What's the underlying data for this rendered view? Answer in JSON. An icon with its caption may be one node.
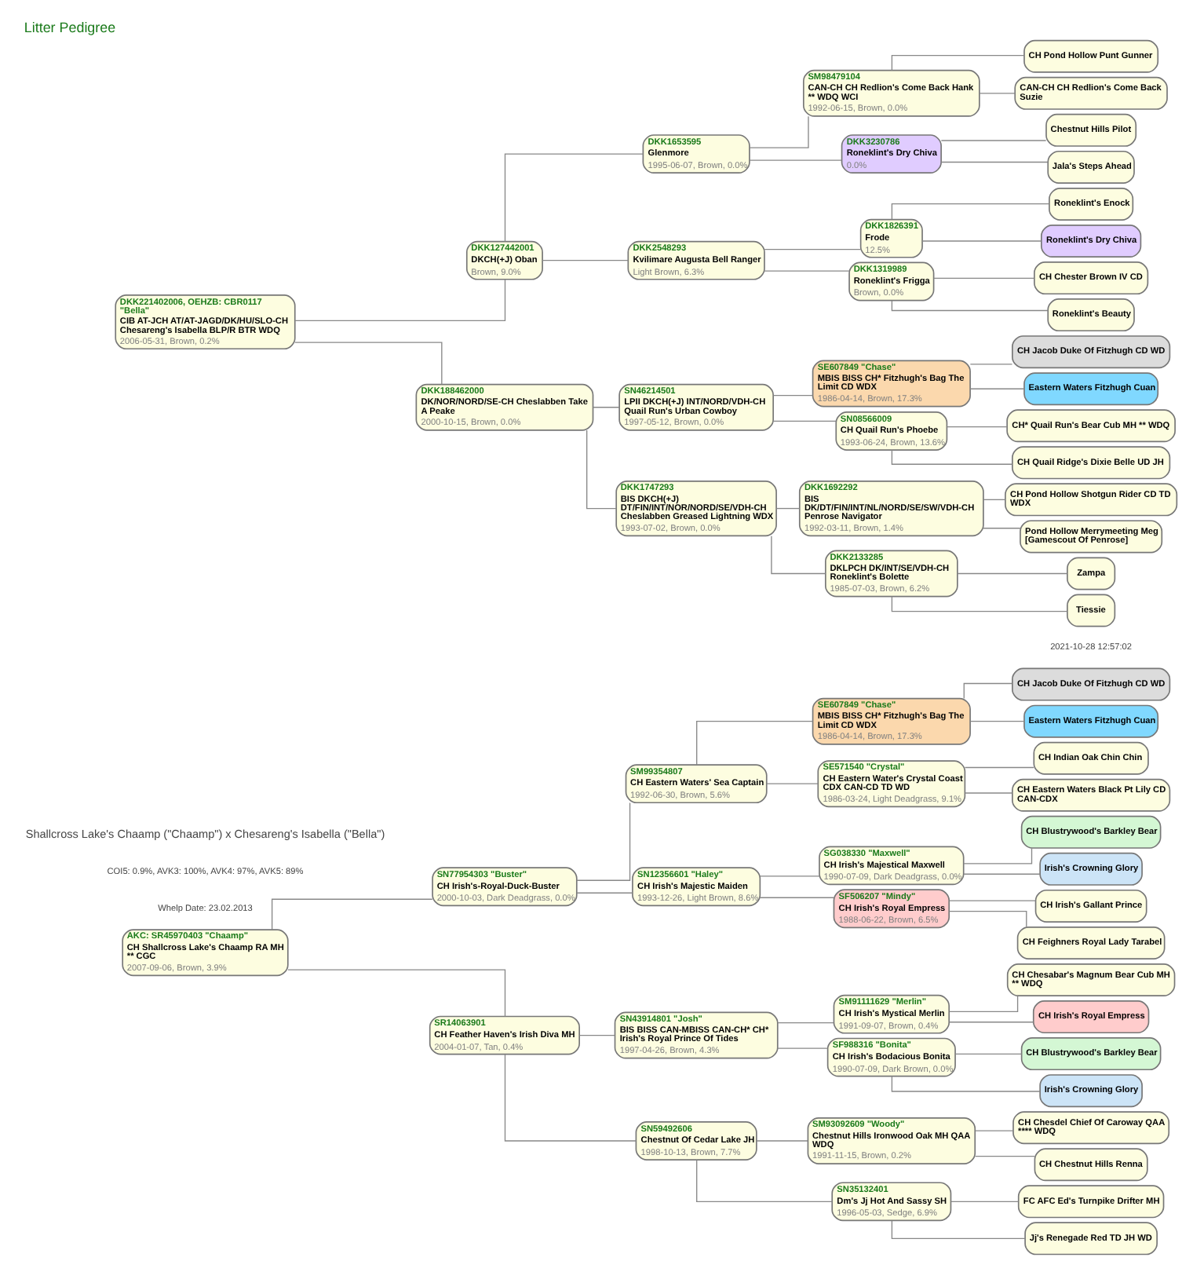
{
  "diagram": {
    "title": "Litter Pedigree",
    "nodes": [
      {
        "text": [
          "AKC: SR45970403 \"Chaamp\"",
          "CH Shallcross Lake's Chaamp RA MH ** CGC",
          "2007-09-06, Brown, 3.9%"
        ]
      },
      {
        "text": [
          "SN77954303 \"Buster\"",
          "CH Irish's-Royal-Duck-Buster",
          "2000-10-03, Dark Deadgrass, 0.0%"
        ]
      },
      {
        "text": [
          "SM99354807",
          "CH Eastern Waters' Sea Captain",
          "1992-06-30, Brown, 5.6%"
        ]
      },
      {
        "text": [
          "SE607849 \"Chase\"",
          "MBIS BISS CH* Fitzhugh's Bag The Limit CD WDX",
          "1986-04-14, Brown, 17.3%"
        ]
      },
      {
        "text": [
          "CH Jacob Duke Of Fitzhugh CD WD"
        ]
      },
      {
        "text": [
          "Eastern Waters Fitzhugh Cuan"
        ]
      },
      {
        "text": [
          "SE571540 \"Crystal\"",
          "CH Eastern Water's Crystal Coast CDX CAN-CD TD WD",
          "1986-03-24, Light Deadgrass, 9.1%"
        ]
      },
      {
        "text": [
          "CH Indian Oak Chin Chin"
        ]
      },
      {
        "text": [
          "CH Eastern Waters Black Pt Lily CD CAN-CDX"
        ]
      },
      {
        "text": [
          "SN12356601 \"Haley\"",
          "CH Irish's Majestic Maiden",
          "1993-12-26, Light Brown, 8.6%"
        ]
      },
      {
        "text": [
          "SG038330 \"Maxwell\"",
          "CH Irish's Majestical Maxwell",
          "1990-07-09, Dark Deadgrass, 0.0%"
        ]
      },
      {
        "text": [
          "CH Blustrywood's Barkley Bear"
        ]
      },
      {
        "text": [
          "Irish's Crowning Glory"
        ]
      },
      {
        "text": [
          "SF506207 \"Mindy\"",
          "CH Irish's Royal Empress",
          "1988-06-22, Brown, 6.5%"
        ]
      },
      {
        "text": [
          "CH Irish's Gallant Prince"
        ]
      },
      {
        "text": [
          "CH Feighners Royal Lady Tarabel"
        ]
      },
      {
        "text": [
          "SR14063901",
          "CH Feather Haven's Irish Diva MH",
          "2004-01-07, Tan, 0.4%"
        ]
      },
      {
        "text": [
          "SN43914801 \"Josh\"",
          "BIS BISS CAN-MBISS CAN-CH* CH* Irish's Royal Prince Of Tides",
          "1997-04-26, Brown, 4.3%"
        ]
      },
      {
        "text": [
          "SM91111629 \"Merlin\"",
          "CH Irish's Mystical Merlin",
          "1991-09-07, Brown, 0.4%"
        ]
      },
      {
        "text": [
          "CH Chesabar's Magnum Bear Cub MH ** WDQ"
        ]
      },
      {
        "text": [
          "CH Irish's Royal Empress"
        ]
      },
      {
        "text": [
          "SF988316 \"Bonita\"",
          "CH Irish's Bodacious Bonita",
          "1990-07-09, Dark Brown, 0.0%"
        ]
      },
      {
        "text": [
          "CH Blustrywood's Barkley Bear"
        ]
      },
      {
        "text": [
          "Irish's Crowning Glory"
        ]
      },
      {
        "text": [
          "SN59492606",
          "Chestnut Of Cedar Lake JH",
          "1998-10-13, Brown, 7.7%"
        ]
      },
      {
        "text": [
          "SM93092609 \"Woody\"",
          "Chestnut Hills Ironwood Oak MH QAA WDQ",
          "1991-11-15, Brown, 0.2%"
        ]
      },
      {
        "text": [
          "CH Chesdel Chief Of Caroway QAA **** WDQ"
        ]
      },
      {
        "text": [
          "CH Chestnut Hills Renna"
        ]
      },
      {
        "text": [
          "SN35132401",
          "Dm's Jj Hot And Sassy SH",
          "1996-05-03, Sedge, 6.9%"
        ]
      },
      {
        "text": [
          "FC AFC Ed's Turnpike Drifter MH"
        ]
      },
      {
        "text": [
          "Jj's Renegade Red TD JH WD"
        ]
      },
      {
        "text": [
          "DKK221402006, OEHZB: CBR0117 \"Bella\"",
          "CIB AT-JCH AT/AT-JAGD/DK/HU/SLO-CH Chesareng's Isabella BLP/R BTR WDQ",
          "2006-05-31, Brown, 0.2%"
        ]
      },
      {
        "text": [
          "DKK127442001",
          "DKCH(+J) Oban",
          "Brown, 9.0%"
        ]
      },
      {
        "text": [
          "DKK1653595",
          "Glenmore",
          "1995-06-07, Brown, 0.0%"
        ]
      },
      {
        "text": [
          "SM98479104",
          "CAN-CH CH Redlion's Come Back Hank ** WDQ WCI",
          "1992-06-15, Brown, 0.0%"
        ]
      },
      {
        "text": [
          "CH Pond Hollow Punt Gunner"
        ]
      },
      {
        "text": [
          "CAN-CH CH Redlion's Come Back Suzie"
        ]
      },
      {
        "text": [
          "DKK3230786",
          "Roneklint's Dry Chiva",
          "0.0%"
        ]
      },
      {
        "text": [
          "Chestnut Hills Pilot"
        ]
      },
      {
        "text": [
          "Jala's Steps Ahead"
        ]
      },
      {
        "text": [
          "DKK2548293",
          "Kvilimare Augusta Bell Ranger",
          "Light Brown, 6.3%"
        ]
      },
      {
        "text": [
          "DKK1826391",
          "Frode",
          "12.5%"
        ]
      },
      {
        "text": [
          "Roneklint's Enock"
        ]
      },
      {
        "text": [
          "Roneklint's Dry Chiva"
        ]
      },
      {
        "text": [
          "DKK1319989",
          "Roneklint's Frigga",
          "Brown, 0.0%"
        ]
      },
      {
        "text": [
          "CH Chester Brown IV CD"
        ]
      },
      {
        "text": [
          "Roneklint's Beauty"
        ]
      },
      {
        "text": [
          "DKK188462000",
          "DK/NOR/NORD/SE-CH Cheslabben Take A Peake",
          "2000-10-15, Brown, 0.0%"
        ]
      },
      {
        "text": [
          "SN46214501",
          "LPII DKCH(+J) INT/NORD/VDH-CH Quail Run's Urban Cowboy",
          "1997-05-12, Brown, 0.0%"
        ]
      },
      {
        "text": [
          "SE607849 \"Chase\"",
          "MBIS BISS CH* Fitzhugh's Bag The Limit CD WDX",
          "1986-04-14, Brown, 17.3%"
        ]
      },
      {
        "text": [
          "CH Jacob Duke Of Fitzhugh CD WD"
        ]
      },
      {
        "text": [
          "Eastern Waters Fitzhugh Cuan"
        ]
      },
      {
        "text": [
          "SN08566009",
          "CH Quail Run's Phoebe",
          "1993-06-24, Brown, 13.6%"
        ]
      },
      {
        "text": [
          "CH* Quail Run's Bear Cub MH ** WDQ"
        ]
      },
      {
        "text": [
          "CH Quail Ridge's Dixie Belle UD JH"
        ]
      },
      {
        "text": [
          "DKK1747293",
          "BIS DKCH(+J) DT/FIN/INT/NOR/NORD/SE/VDH-CH Cheslabben Greased Lightning WDX",
          "1993-07-02, Brown, 0.0%"
        ]
      },
      {
        "text": [
          "DKK1692292",
          "BIS DK/DT/FIN/INT/NL/NORD/SE/SW/VDH-CH Penrose Navigator",
          "1992-03-11, Brown, 1.4%"
        ]
      },
      {
        "text": [
          "CH Pond Hollow Shotgun Rider CD TD WDX"
        ]
      },
      {
        "text": [
          "Pond Hollow Merrymeeting Meg [Gamescout Of Penrose]"
        ]
      },
      {
        "text": [
          "DKK2133285",
          "DKLPCH DK/INT/SE/VDH-CH Roneklint's Bolette",
          "1985-07-03, Brown, 6.2%"
        ]
      },
      {
        "text": [
          "Zampa"
        ]
      },
      {
        "text": [
          "Tiessie"
        ]
      }
    ],
    "edges": [
      {
        "from": 0,
        "to": 1,
        "arrow": "none"
      },
      {
        "from": 1,
        "to": 2,
        "arrow": "none"
      },
      {
        "from": 2,
        "to": 3,
        "arrow": "none"
      },
      {
        "from": 3,
        "to": 4,
        "arrow": "none"
      },
      {
        "from": 3,
        "to": 5,
        "arrow": "none"
      },
      {
        "from": 2,
        "to": 6,
        "arrow": "none"
      },
      {
        "from": 6,
        "to": 7,
        "arrow": "none"
      },
      {
        "from": 6,
        "to": 8,
        "arrow": "none"
      },
      {
        "from": 1,
        "to": 9,
        "arrow": "none"
      },
      {
        "from": 9,
        "to": 10,
        "arrow": "none"
      },
      {
        "from": 10,
        "to": 11,
        "arrow": "none"
      },
      {
        "from": 10,
        "to": 12,
        "arrow": "none"
      },
      {
        "from": 9,
        "to": 13,
        "arrow": "none"
      },
      {
        "from": 13,
        "to": 14,
        "arrow": "none"
      },
      {
        "from": 13,
        "to": 15,
        "arrow": "none"
      },
      {
        "from": 0,
        "to": 16,
        "arrow": "none"
      },
      {
        "from": 16,
        "to": 17,
        "arrow": "none"
      },
      {
        "from": 17,
        "to": 18,
        "arrow": "none"
      },
      {
        "from": 18,
        "to": 19,
        "arrow": "none"
      },
      {
        "from": 18,
        "to": 20,
        "arrow": "none"
      },
      {
        "from": 17,
        "to": 21,
        "arrow": "none"
      },
      {
        "from": 21,
        "to": 22,
        "arrow": "none"
      },
      {
        "from": 21,
        "to": 23,
        "arrow": "none"
      },
      {
        "from": 16,
        "to": 24,
        "arrow": "none"
      },
      {
        "from": 24,
        "to": 25,
        "arrow": "none"
      },
      {
        "from": 25,
        "to": 26,
        "arrow": "none"
      },
      {
        "from": 25,
        "to": 27,
        "arrow": "none"
      },
      {
        "from": 24,
        "to": 28,
        "arrow": "none"
      },
      {
        "from": 28,
        "to": 29,
        "arrow": "none"
      },
      {
        "from": 28,
        "to": 30,
        "arrow": "none"
      },
      {
        "from": 31,
        "to": 32,
        "arrow": "none"
      },
      {
        "from": 32,
        "to": 33,
        "arrow": "none"
      },
      {
        "from": 33,
        "to": 34,
        "arrow": "none"
      },
      {
        "from": 34,
        "to": 35,
        "arrow": "none"
      },
      {
        "from": 34,
        "to": 36,
        "arrow": "none"
      },
      {
        "from": 33,
        "to": 37,
        "arrow": "none"
      },
      {
        "from": 37,
        "to": 38,
        "arrow": "none"
      },
      {
        "from": 37,
        "to": 39,
        "arrow": "none"
      },
      {
        "from": 32,
        "to": 40,
        "arrow": "none"
      },
      {
        "from": 40,
        "to": 41,
        "arrow": "none"
      },
      {
        "from": 41,
        "to": 42,
        "arrow": "none"
      },
      {
        "from": 41,
        "to": 43,
        "arrow": "none"
      },
      {
        "from": 40,
        "to": 44,
        "arrow": "none"
      },
      {
        "from": 44,
        "to": 45,
        "arrow": "none"
      },
      {
        "from": 44,
        "to": 46,
        "arrow": "none"
      },
      {
        "from": 31,
        "to": 47,
        "arrow": "none"
      },
      {
        "from": 47,
        "to": 48,
        "arrow": "none"
      },
      {
        "from": 48,
        "to": 49,
        "arrow": "none"
      },
      {
        "from": 49,
        "to": 50,
        "arrow": "none"
      },
      {
        "from": 49,
        "to": 51,
        "arrow": "none"
      },
      {
        "from": 48,
        "to": 52,
        "arrow": "none"
      },
      {
        "from": 52,
        "to": 53,
        "arrow": "none"
      },
      {
        "from": 52,
        "to": 54,
        "arrow": "none"
      },
      {
        "from": 47,
        "to": 55,
        "arrow": "none"
      },
      {
        "from": 55,
        "to": 56,
        "arrow": "none"
      },
      {
        "from": 56,
        "to": 57,
        "arrow": "none"
      },
      {
        "from": 56,
        "to": 58,
        "arrow": "none"
      },
      {
        "from": 55,
        "to": 59,
        "arrow": "none"
      },
      {
        "from": 59,
        "to": 60,
        "arrow": "none"
      },
      {
        "from": 59,
        "to": 61,
        "arrow": "none"
      }
    ],
    "labels": [
      "Shallcross Lake's Chaamp (\"Chaamp\") x Chesareng's Isabella (\"Bella\")",
      "COI5: 0.9%, AVK3: 100%, AVK4: 97%, AVK5: 89%",
      "Whelp Date: 23.02.2013",
      "2021-10-28 12:57:02"
    ]
  }
}
